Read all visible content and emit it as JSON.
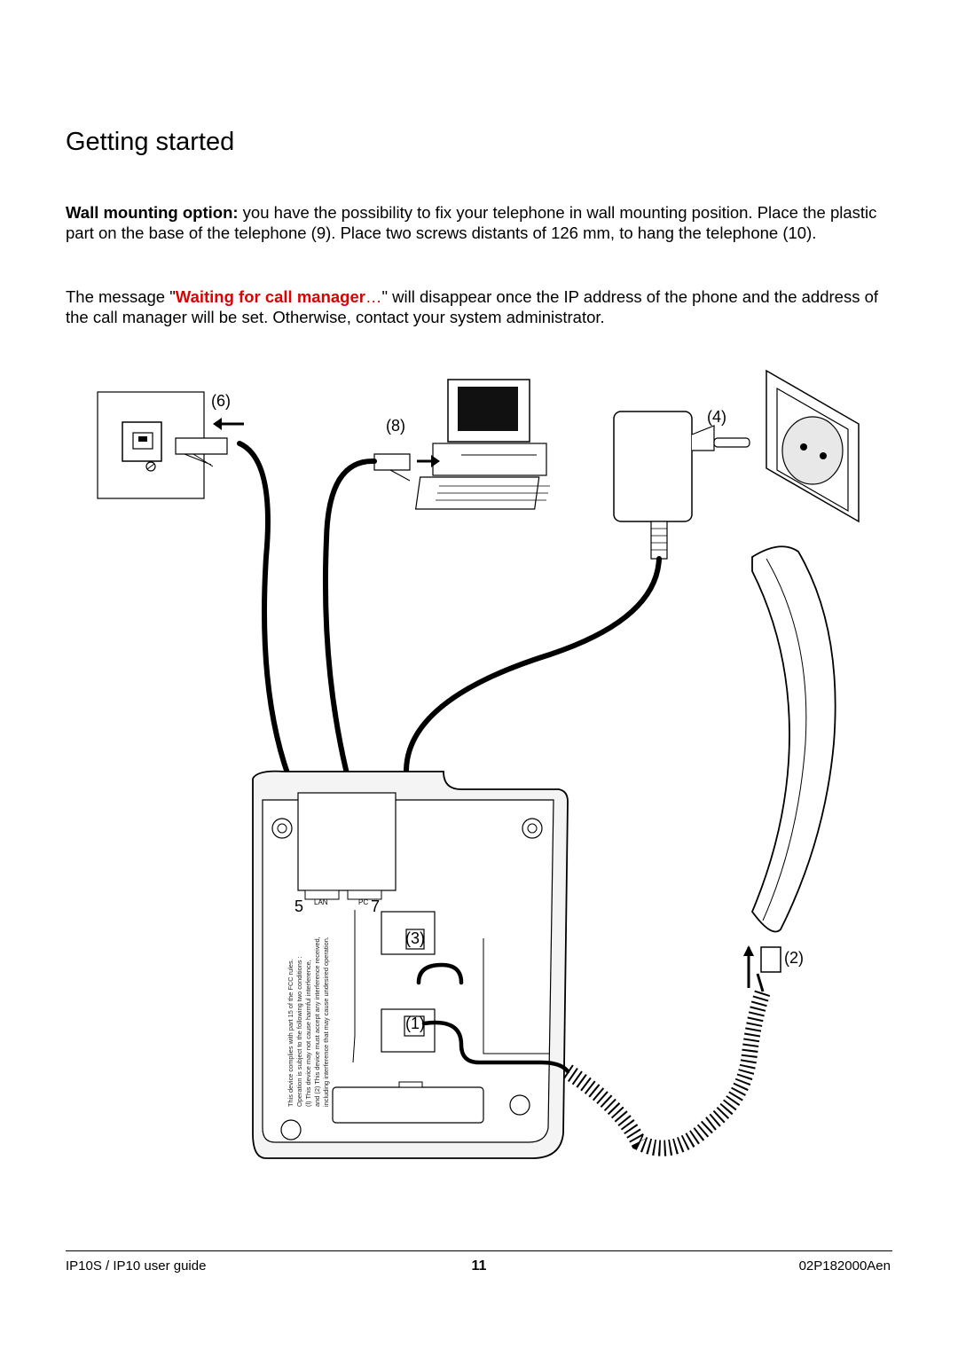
{
  "page": {
    "title": "Getting started",
    "para1": {
      "bold": "Wall mounting option:",
      "text": " you have the possibility to fix your telephone in wall mounting position. Place the plastic part on the base of the telephone (9). Place two screws distants of 126 mm, to hang the telephone (10)."
    },
    "para2": {
      "before": "The message \"",
      "red": "Waiting for call manager",
      "ellipsis": "…",
      "after": "\" will disappear once the IP address of the phone and the address of the call manager will be set. Otherwise, contact your system administrator."
    }
  },
  "figure": {
    "labels": {
      "wall_socket": "(6)",
      "computer": "(8)",
      "power": "(4)",
      "lan_number": "5",
      "lan_port": "LAN",
      "pc_port": "PC",
      "pc_number": "7",
      "power_jack": "(3)",
      "handset_jack": "(1)",
      "handset_plug": "(2)"
    },
    "fcc_notice": [
      "This device complies with part 15 of the FCC rules.",
      "Operation is subject to the following two conditions :",
      "(l) This device may not cause harmful interference,",
      "and (2) This device must accept any interference received,",
      "including interference that may cause undesired operation."
    ],
    "icons": [
      "wall-jack-icon",
      "computer-icon",
      "power-adapter-icon",
      "power-outlet-icon",
      "handset-icon",
      "phone-base-icon",
      "coiled-cord-icon"
    ]
  },
  "footer": {
    "left": "IP10S / IP10 user guide",
    "page_number": "11",
    "right": "02P182000Aen"
  }
}
